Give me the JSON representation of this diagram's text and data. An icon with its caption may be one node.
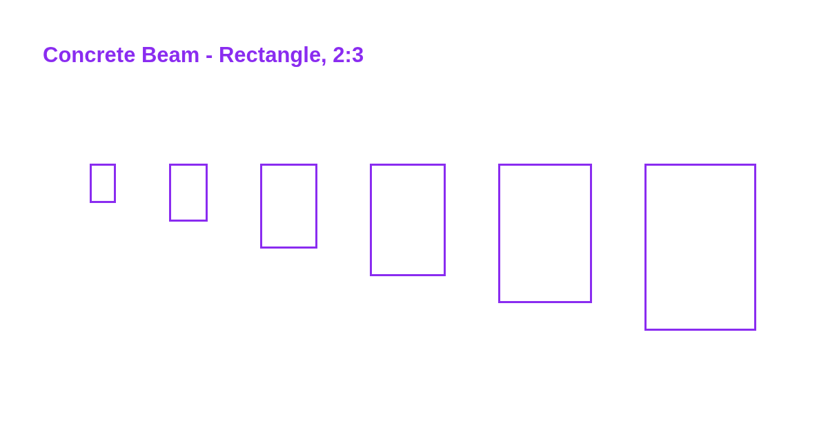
{
  "diagram": {
    "title": "Concrete Beam - Rectangle, 2:3",
    "nodes": [
      {
        "text": [],
        "shape": "box"
      },
      {
        "text": [],
        "shape": "box"
      },
      {
        "text": [],
        "shape": "box"
      },
      {
        "text": [],
        "shape": "box"
      },
      {
        "text": [],
        "shape": "box"
      },
      {
        "text": [],
        "shape": "box"
      }
    ]
  }
}
